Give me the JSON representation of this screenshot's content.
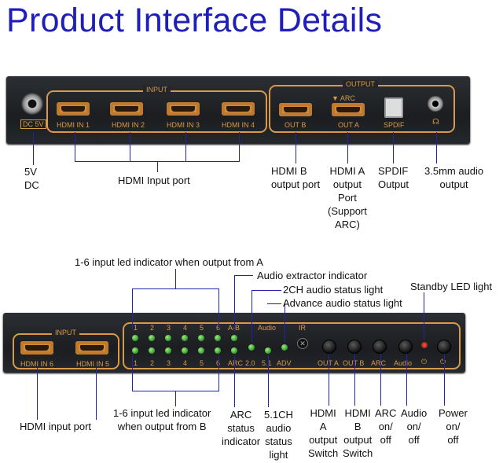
{
  "title": "Product Interface Details",
  "back_panel": {
    "dc_label": "DC 5V",
    "input_header": "INPUT",
    "output_header": "OUTPUT",
    "arc_label": "▼ ARC",
    "ports": [
      "HDMI IN 1",
      "HDMI IN 2",
      "HDMI IN 3",
      "HDMI IN 4"
    ],
    "out_b": "OUT B",
    "out_a": "OUT A",
    "spdif": "SPDIF"
  },
  "back_captions": {
    "dc": "5V\nDC",
    "hdmi_input": "HDMI Input port",
    "hdmi_b": "HDMI B\noutput port",
    "hdmi_a": "HDMI A\noutput\nPort\n(Support\nARC)",
    "spdif": "SPDIF\nOutput",
    "audio": "3.5mm audio\noutput"
  },
  "front_panel": {
    "input_header": "INPUT",
    "ports": [
      "HDMI IN 6",
      "HDMI IN 5"
    ],
    "top_numbers": [
      "1",
      "2",
      "3",
      "4",
      "5",
      "6"
    ],
    "top_extra": [
      "A-B",
      "Audio",
      "IR"
    ],
    "bottom_numbers": [
      "1",
      "2",
      "3",
      "4",
      "5",
      "6"
    ],
    "bottom_extra": [
      "ARC",
      "2.0",
      "5.1",
      "ADV"
    ],
    "button_labels": [
      "OUT A",
      "OUT B",
      "ARC",
      "Audio",
      "⏻",
      "⏻"
    ]
  },
  "front_captions": {
    "led_a": "1-6 input led indicator when output from A",
    "audio_extractor": "Audio extractor indicator",
    "ch2": "2CH audio status light",
    "advance": "Advance audio status light",
    "standby": "Standby LED light",
    "hdmi_input": "HDMI input port",
    "led_b": "1-6 input led indicator\nwhen output from B",
    "arc_status": "ARC\nstatus\nindicator",
    "ch51": "5.1CH\naudio\nstatus\nlight",
    "hdmi_a_switch": "HDMI\nA\noutput\nSwitch",
    "hdmi_b_switch": "HDMI\nB\noutput\nSwitch",
    "arc_onoff": "ARC\non/\noff",
    "audio_onoff": "Audio\non/\noff",
    "power_onoff": "Power\non/\noff"
  }
}
